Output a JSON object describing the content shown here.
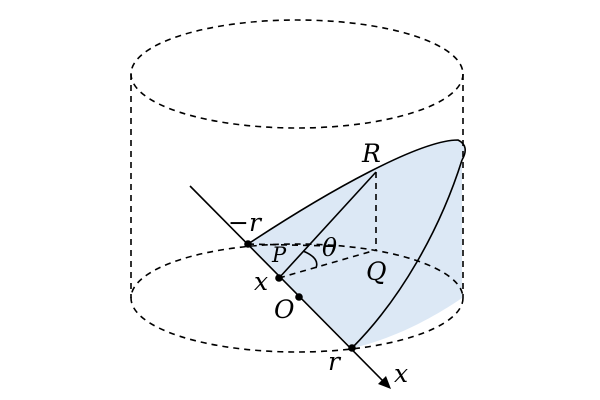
{
  "labels": {
    "R": "R",
    "minus_r": "−r",
    "P": "P",
    "theta": "θ",
    "x_point": "x",
    "Q": "Q",
    "O": "O",
    "r": "r",
    "x_axis": "x"
  },
  "colors": {
    "wedge_fill": "#dce8f5",
    "stroke": "#000000"
  }
}
